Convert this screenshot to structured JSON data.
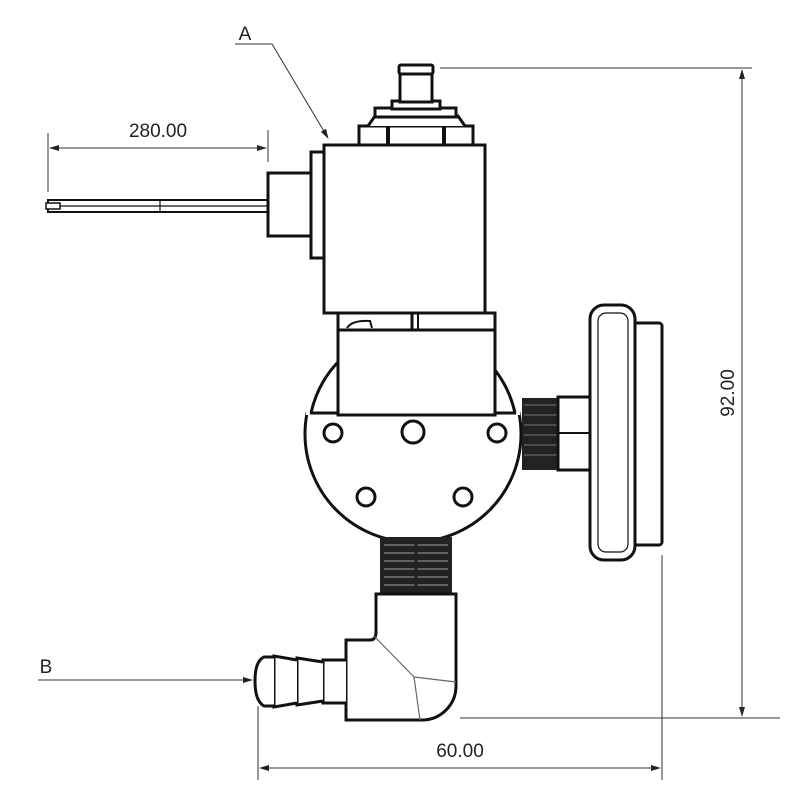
{
  "labels": {
    "a": "A",
    "b": "B"
  },
  "dimensions": {
    "wire_length": "280.00",
    "height": "92.00",
    "width": "60.00"
  },
  "colors": {
    "line": "#111111",
    "background": "#ffffff"
  }
}
